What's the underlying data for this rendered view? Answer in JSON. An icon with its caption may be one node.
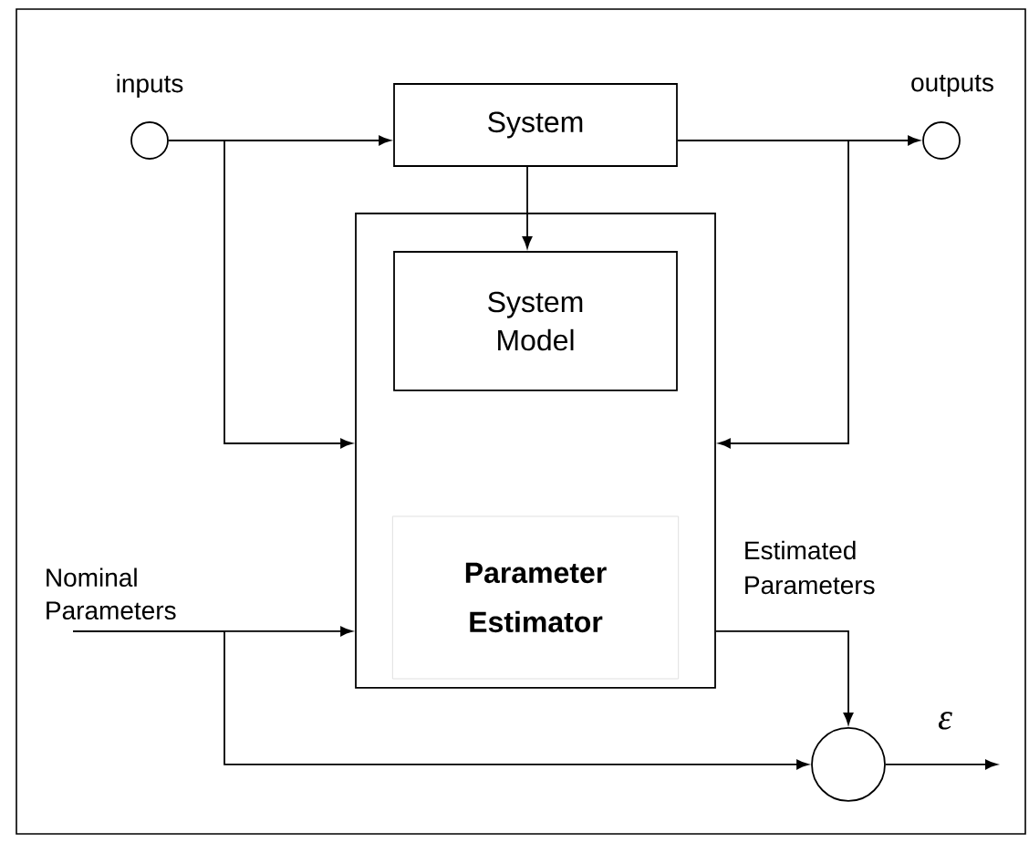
{
  "diagram": {
    "nodes": [
      {
        "text": [],
        "shape": "circle",
        "beside": [
          "inputs"
        ]
      },
      {
        "text": [
          "System"
        ]
      },
      {
        "text": [],
        "shape": "circle",
        "beside": [
          "outputs"
        ]
      },
      {
        "text": [
          "Parameter Estimator"
        ]
      },
      {
        "text": [
          "System Model"
        ],
        "in": 3
      },
      {
        "text": [
          "Nominal Parameters"
        ]
      },
      {
        "text": [],
        "shape": "circle"
      }
    ],
    "edges": [
      {
        "from": 0,
        "to": 1,
        "arrow": "to"
      },
      {
        "from": 0,
        "to": 3,
        "arrow": "to"
      },
      {
        "from": 1,
        "to": 2,
        "arrow": "to"
      },
      {
        "from": 1,
        "to": 3,
        "arrow": "to"
      },
      {
        "from": 1,
        "to": 4,
        "arrow": "to"
      },
      {
        "from": 5,
        "to": 3,
        "arrow": "to"
      },
      {
        "from": 5,
        "to": 6,
        "arrow": "to"
      },
      {
        "from": 3,
        "to": 6,
        "arrow": "to",
        "label": "Estimated Parameters"
      },
      {
        "from": 6,
        "to": null,
        "arrow": "to",
        "label": "ε"
      }
    ]
  }
}
